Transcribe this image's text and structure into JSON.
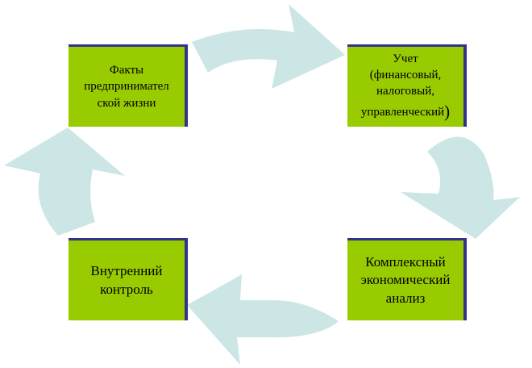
{
  "diagram": {
    "nodes": {
      "facts": {
        "lines": [
          "Факты",
          "предпринимател",
          "ской жизни"
        ]
      },
      "accounting": {
        "lines": [
          "Учет",
          "(финансовый,",
          "налоговый,",
          "управленческий"
        ],
        "closing": ")"
      },
      "analysis": {
        "lines": [
          "Комплексный",
          "экономический",
          "анализ"
        ]
      },
      "control": {
        "lines": [
          "Внутренний",
          "контроль"
        ]
      }
    },
    "flow": [
      "facts",
      "accounting",
      "analysis",
      "control",
      "facts"
    ],
    "colors": {
      "box_fill": "#99cc00",
      "box_edge": "#33338a",
      "arrow_fill": "#cce6e6"
    },
    "arrow_icon": "curved-arrow-icon"
  }
}
